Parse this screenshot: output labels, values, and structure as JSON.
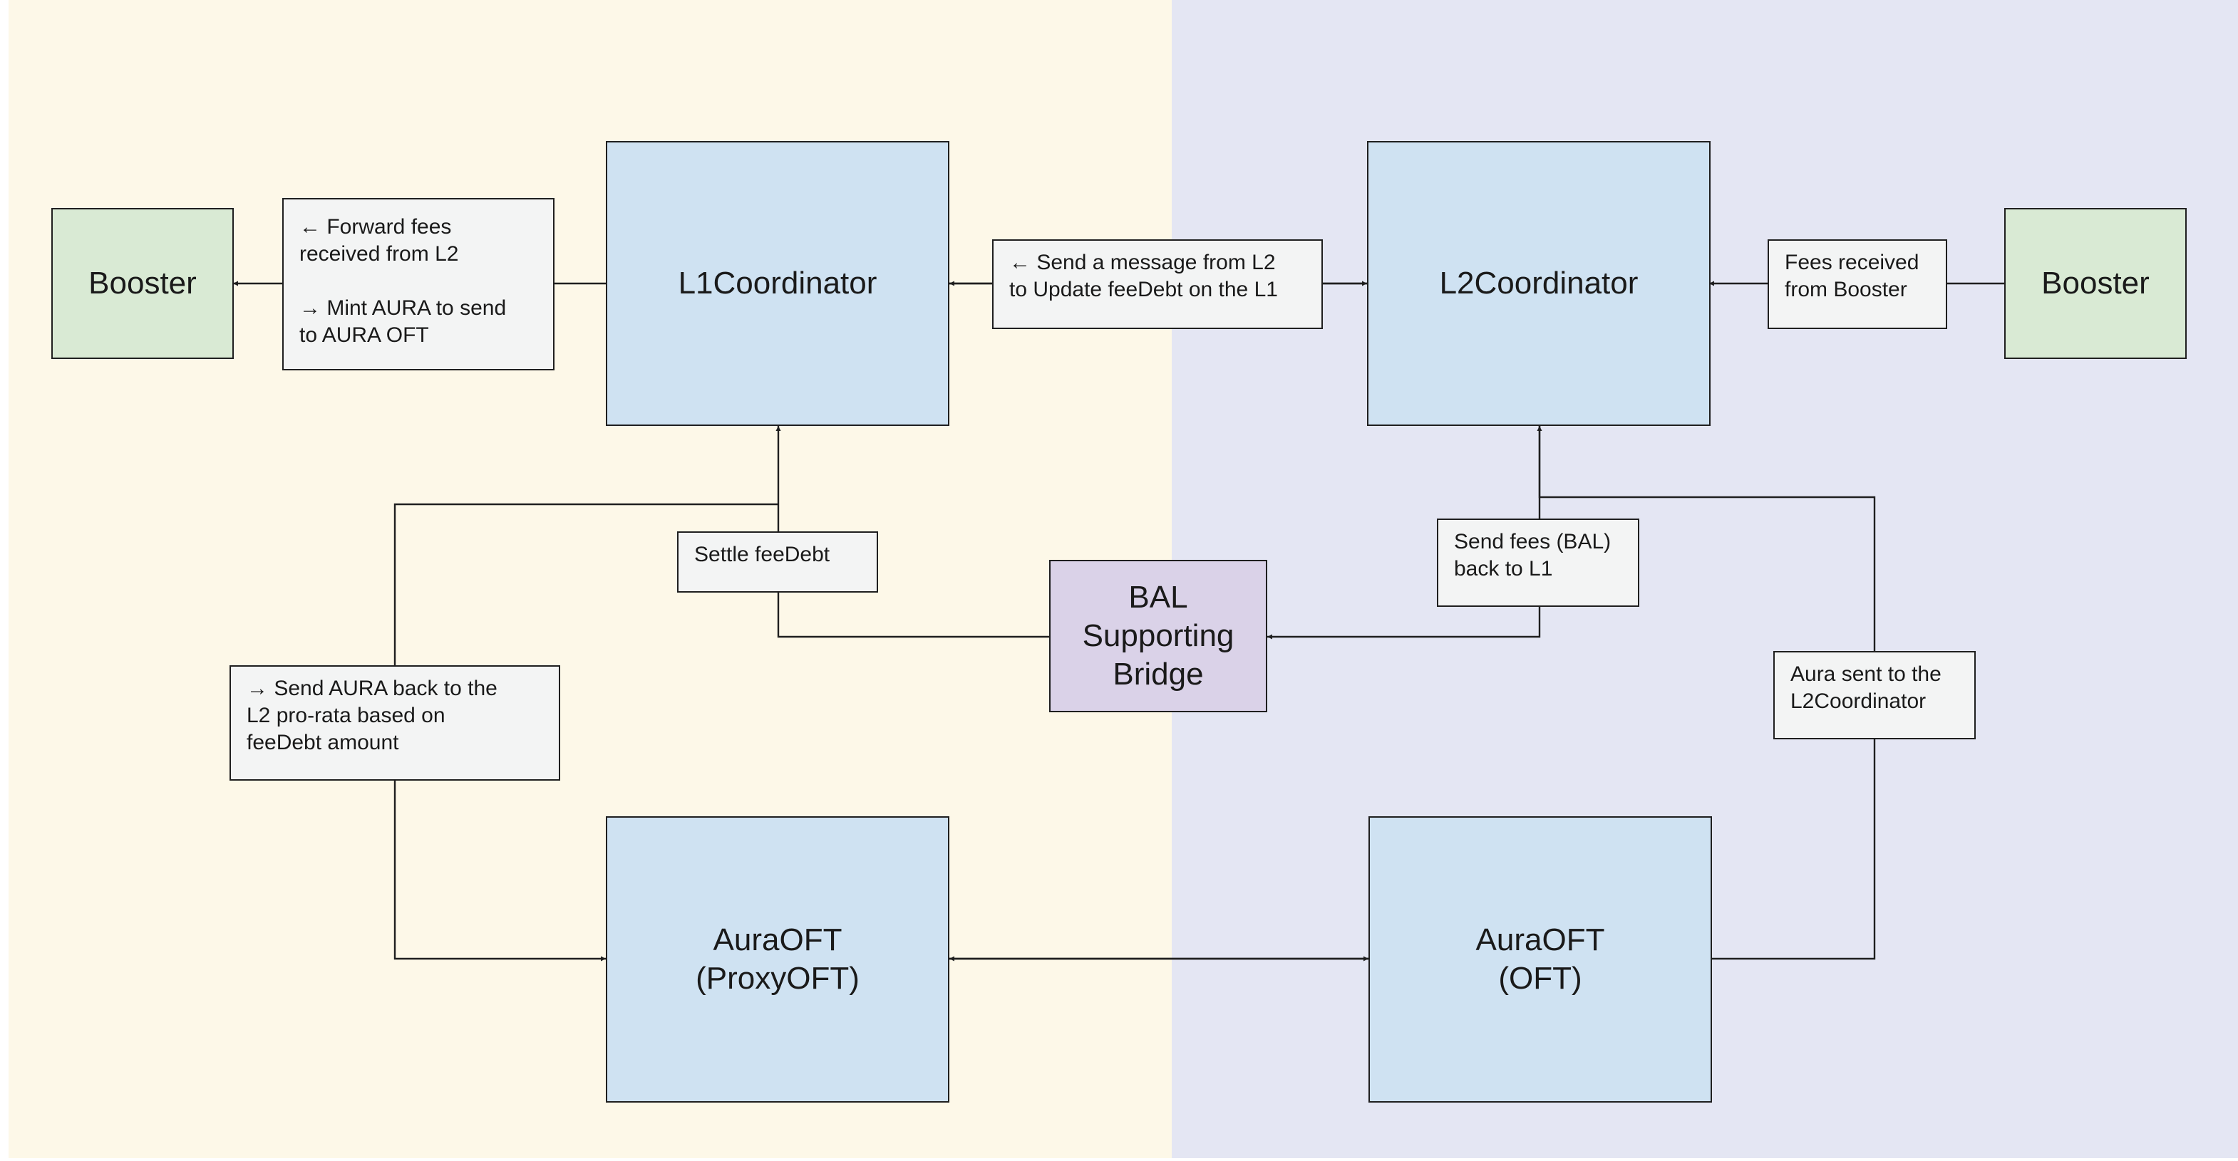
{
  "colors": {
    "l1_zone": "#fdf8e8",
    "l2_zone": "#e4e6f3",
    "coordinator_fill": "#cfe2f2",
    "booster_fill": "#d9ead4",
    "bridge_fill": "#dad2e8",
    "note_fill": "#f3f4f4",
    "stroke": "#1f1f1f"
  },
  "nodes": {
    "booster_l1": "Booster",
    "l1_coordinator": "L1Coordinator",
    "l2_coordinator": "L2Coordinator",
    "booster_l2": "Booster",
    "bal_bridge": [
      "BAL",
      "Supporting",
      "Bridge"
    ],
    "aura_proxy_oft": [
      "AuraOFT",
      "(ProxyOFT)"
    ],
    "aura_oft": [
      "AuraOFT",
      "(OFT)"
    ]
  },
  "notes": {
    "forward_fees": [
      "← Forward fees",
      "received from L2",
      "",
      "→ Mint AURA to send",
      "to AURA OFT"
    ],
    "send_message": [
      "← Send a message from L2",
      "to Update feeDebt on the L1"
    ],
    "fees_received": [
      "Fees received",
      "from Booster"
    ],
    "settle_fee_debt": [
      "Settle feeDebt"
    ],
    "send_fees_bal": [
      "Send fees (BAL)",
      "back to L1"
    ],
    "send_aura_back": [
      "→ Send AURA back to the",
      "L2 pro-rata based on",
      "feeDebt amount"
    ],
    "aura_sent": [
      "Aura sent to the",
      "L2Coordinator"
    ]
  }
}
